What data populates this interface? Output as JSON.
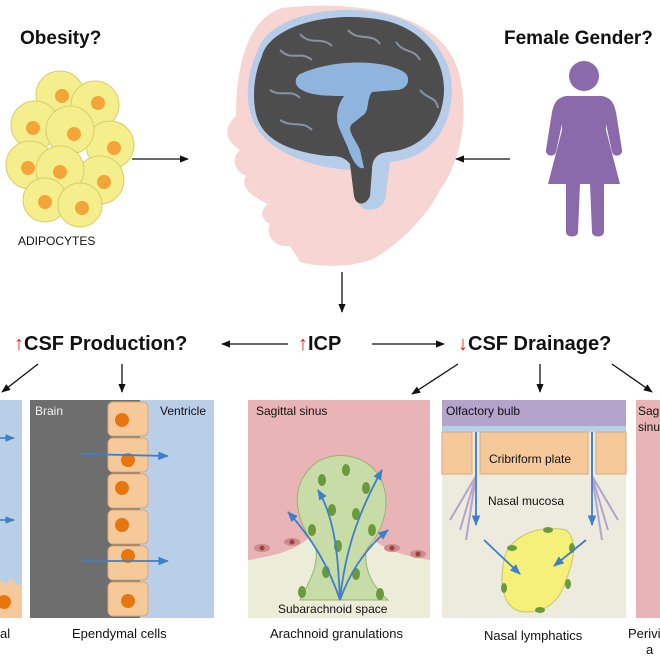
{
  "risk_factors": {
    "obesity": "Obesity?",
    "female_gender": "Female Gender?",
    "adipocytes": "ADIPOCYTES"
  },
  "mechanisms": {
    "increase_arrow": "↑",
    "decrease_arrow": "↓",
    "csf_production": "CSF Production?",
    "icp": "ICP",
    "csf_drainage": "CSF Drainage?"
  },
  "panels": {
    "ependymal": {
      "brain": "Brain",
      "ventricle": "Ventricle",
      "caption": "Ependymal cells"
    },
    "choroid_caption_fragment": "al",
    "arachnoid": {
      "sinus": "Sagittal sinus",
      "space": "Subarachnoid space",
      "caption": "Arachnoid granulations"
    },
    "nasal": {
      "bulb": "Olfactory bulb",
      "plate": "Cribriform plate",
      "mucosa": "Nasal mucosa",
      "caption": "Nasal lymphatics"
    },
    "perivascular": {
      "sinus_line1": "Sag",
      "sinus_line2": "sinu",
      "caption_line1": "Perivi",
      "caption_line2": "a"
    }
  },
  "colors": {
    "arrow_blue": "#3f7fc8",
    "increase_red": "#e0201b",
    "brain_gray": "#4d4d4d",
    "csf_blue": "#8fb4dd",
    "female_purple": "#8b6aab",
    "adipocyte_yellow": "#f5ee8c",
    "nucleus_orange": "#f3a637",
    "ependymal_orange": "#e8760e",
    "sinus_pink": "#e8b4b6",
    "ventricle_blue": "#b9cfe8"
  }
}
